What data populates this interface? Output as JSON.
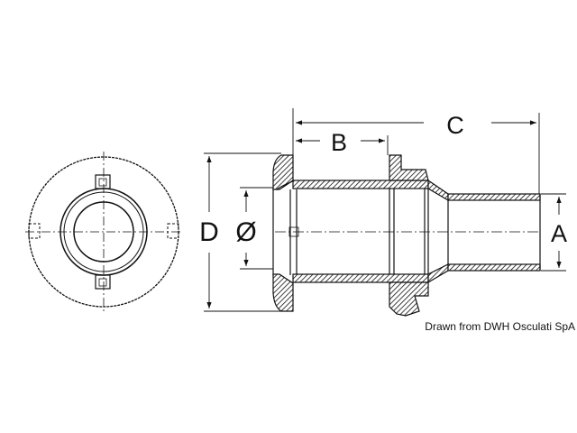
{
  "labels": {
    "b": "B",
    "c": "C",
    "d": "D",
    "diameter": "Ø",
    "a": "A"
  },
  "credit": "Drawn from DWH Osculati SpA",
  "colors": {
    "line": "#111111",
    "background": "#ffffff"
  }
}
